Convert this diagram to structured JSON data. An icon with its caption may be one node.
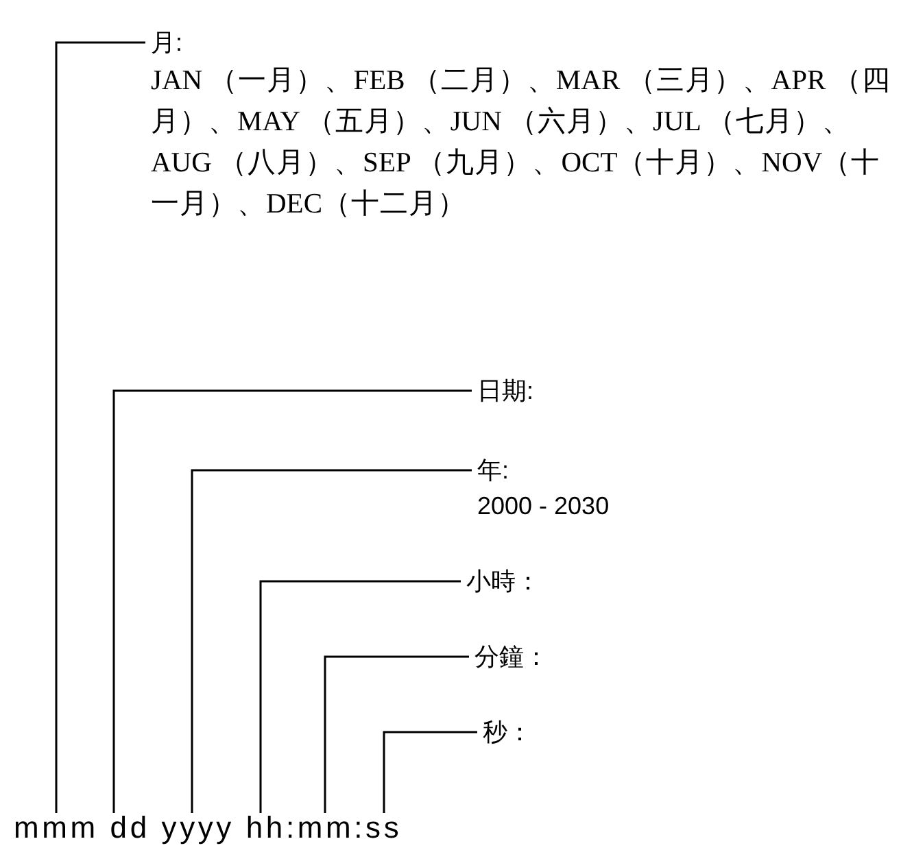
{
  "diagram": {
    "nodes": [
      {
        "text": [
          "mmm dd yyyy hh:mm:ss"
        ]
      },
      {
        "text": [
          "月:",
          "JAN （一月）、FEB （二月）、MAR （三月）、APR （四月）、MAY （五月）、JUN （六月）、JUL （七月）、AUG （八月）、SEP （九月）、OCT（十月）、NOV（十一月）、DEC（十二月）"
        ]
      },
      {
        "text": [
          "日期:"
        ]
      },
      {
        "text": [
          "年:",
          "2000 - 2030"
        ]
      },
      {
        "text": [
          "小時："
        ]
      },
      {
        "text": [
          "分鐘："
        ]
      },
      {
        "text": [
          "秒："
        ]
      }
    ],
    "edges": [
      {
        "from": 1,
        "to": 0,
        "arrow": "none"
      },
      {
        "from": 2,
        "to": 0,
        "arrow": "none"
      },
      {
        "from": 3,
        "to": 0,
        "arrow": "none"
      },
      {
        "from": 4,
        "to": 0,
        "arrow": "none"
      },
      {
        "from": 5,
        "to": 0,
        "arrow": "none"
      },
      {
        "from": 6,
        "to": 0,
        "arrow": "none"
      }
    ]
  }
}
